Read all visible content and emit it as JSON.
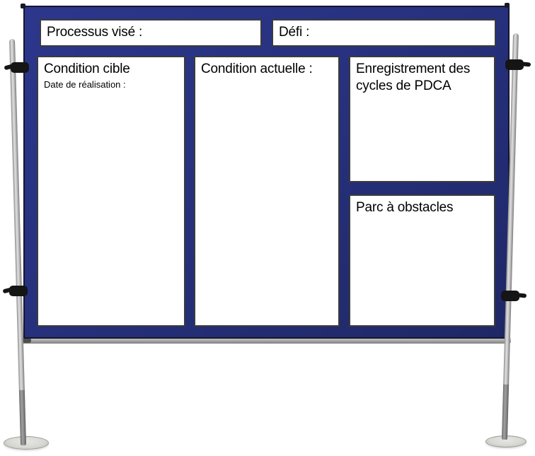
{
  "board": {
    "panels": {
      "processus": {
        "label": "Processus visé :"
      },
      "defi": {
        "label": "Défi :"
      },
      "condition_cible": {
        "title": "Condition cible",
        "subtitle": "Date de réalisation :"
      },
      "condition_actuelle": {
        "title": "Condition actuelle :"
      },
      "pdca": {
        "title": "Enregistrement des cycles de PDCA"
      },
      "obstacles": {
        "title": "Parc à obstacles"
      }
    },
    "colors": {
      "frame": "#27317e",
      "frame_edge": "#16162c",
      "panel_bg": "#ffffff",
      "panel_border": "#3b3b3b",
      "text": "#000000",
      "pole": "#b9b9b9",
      "base": "#d8d8d4",
      "clip": "#151515",
      "rail": "#a8a8a8"
    }
  }
}
